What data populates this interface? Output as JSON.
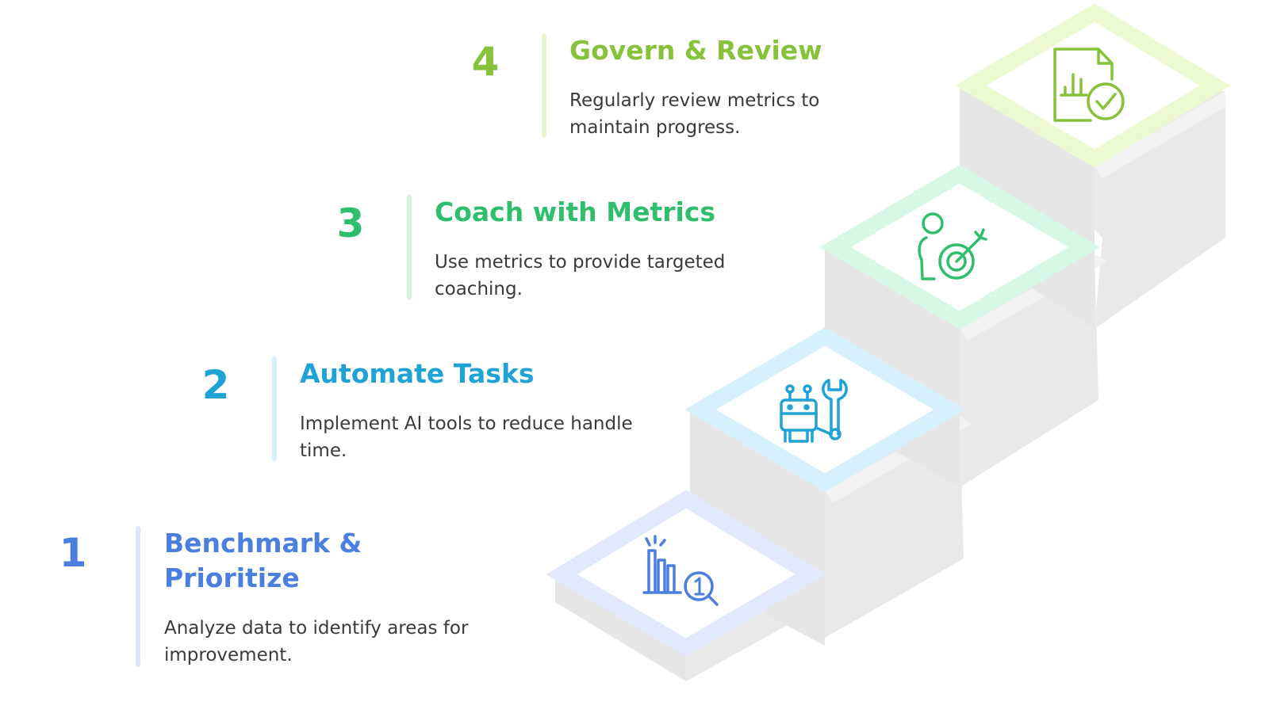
{
  "steps": [
    {
      "number": "1",
      "title": "Benchmark & Prioritize",
      "description": "Analyze data to identify areas for improvement.",
      "color": "#4a7fe0",
      "bar_color": "#dce6fb",
      "frame_color": "#e1e9fb",
      "icon": "chart-magnifier-icon"
    },
    {
      "number": "2",
      "title": "Automate Tasks",
      "description": "Implement AI tools to reduce handle time.",
      "color": "#1fa2d6",
      "bar_color": "#d4eefa",
      "frame_color": "#d6f1fc",
      "icon": "robot-wrench-icon"
    },
    {
      "number": "3",
      "title": "Coach with Metrics",
      "description": "Use metrics to provide targeted coaching.",
      "color": "#2fbf6c",
      "bar_color": "#d3f4e1",
      "frame_color": "#d8f8e6",
      "icon": "person-target-icon"
    },
    {
      "number": "4",
      "title": "Govern & Review",
      "description": "Regularly review metrics to maintain progress.",
      "color": "#86c23a",
      "bar_color": "#e6f5cf",
      "frame_color": "#ecfad2",
      "icon": "report-check-icon"
    }
  ]
}
